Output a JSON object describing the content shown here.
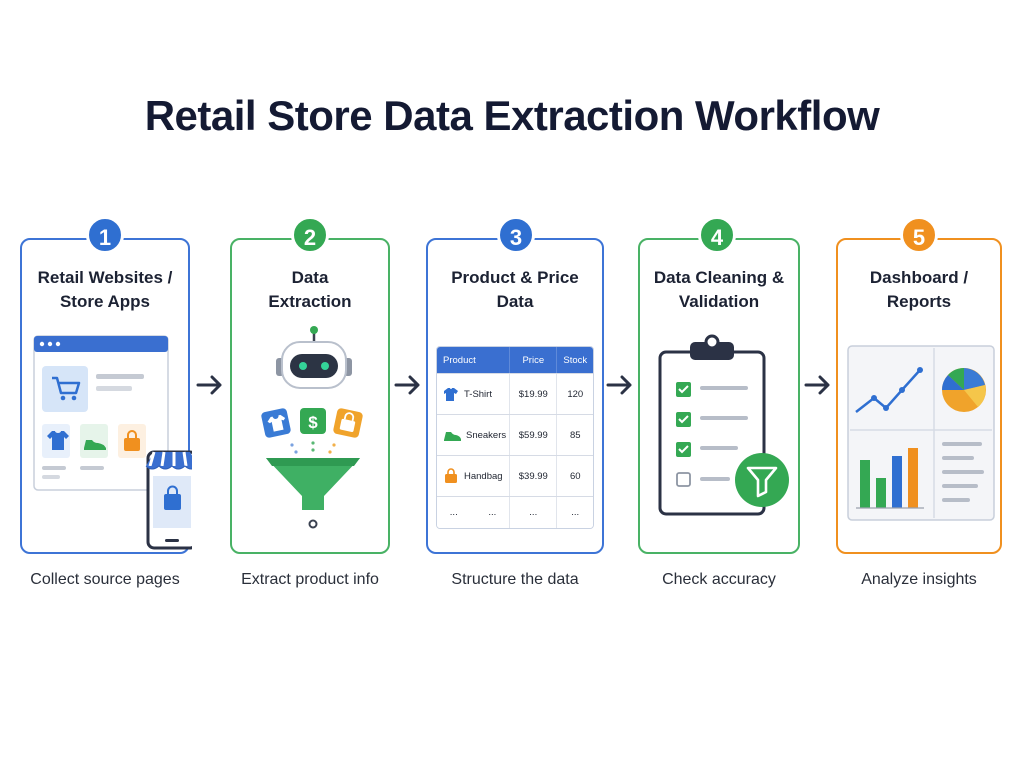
{
  "title": "Retail Store Data Extraction Workflow",
  "colors": {
    "blue": "#2f6fd1",
    "green": "#34a853",
    "orange": "#f0901f",
    "dark": "#141a33"
  },
  "steps": [
    {
      "number": "1",
      "title_line1": "Retail Websites /",
      "title_line2": "Store Apps",
      "caption": "Collect source pages",
      "icon": "browser-storefront-phone"
    },
    {
      "number": "2",
      "title_line1": "Data",
      "title_line2": "Extraction",
      "caption": "Extract product info",
      "icon": "robot-funnel"
    },
    {
      "number": "3",
      "title_line1": "Product & Price",
      "title_line2": "Data",
      "caption": "Structure the data",
      "icon": "product-table"
    },
    {
      "number": "4",
      "title_line1": "Data Cleaning &",
      "title_line2": "Validation",
      "caption": "Check accuracy",
      "icon": "clipboard-checklist-filter"
    },
    {
      "number": "5",
      "title_line1": "Dashboard /",
      "title_line2": "Reports",
      "caption": "Analyze insights",
      "icon": "dashboard-charts"
    }
  ],
  "table": {
    "headers": [
      "Product",
      "Price",
      "Stock"
    ],
    "rows": [
      {
        "product": "T-Shirt",
        "price": "$19.99",
        "stock": "120",
        "icon": "tshirt-icon"
      },
      {
        "product": "Sneakers",
        "price": "$59.99",
        "stock": "85",
        "icon": "sneaker-icon"
      },
      {
        "product": "Handbag",
        "price": "$39.99",
        "stock": "60",
        "icon": "handbag-icon"
      }
    ],
    "ellipsis": [
      "...",
      "...",
      "...",
      "..."
    ]
  }
}
